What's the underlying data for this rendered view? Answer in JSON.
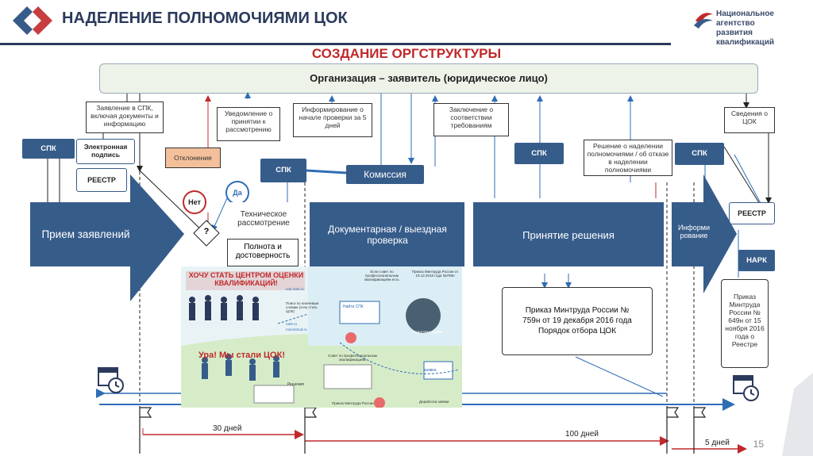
{
  "header": {
    "title": "НАДЕЛЕНИЕ ПОЛНОМОЧИЯМИ ЦОК",
    "logo_line1": "Национальное агентство",
    "logo_line2": "развития квалификаций",
    "logo_icon": "nark-logo-icon"
  },
  "subtitle": "СОЗДАНИЕ ОРГСТРУКТУРЫ",
  "org_box": "Организация – заявитель (юридическое лицо)",
  "notes": {
    "application": "Заявление в СПК, включая документы и информацию",
    "notification": "Уведомление о принятии к рассмотрению",
    "inform_start": "Информирование о начале проверки за 5 дней",
    "conclusion": "Заключение о соответствии требованиям",
    "decision": "Решение о наделении полномочиями / об отказе в наделении полномочиями",
    "info_cok": "Сведения о ЦОК",
    "rejection": "Отклонение"
  },
  "buttons": {
    "spk1": "СПК",
    "esign": "Электронная подпись",
    "registry1": "РЕЕСТР",
    "spk2": "СПК",
    "commission": "Комиссия",
    "spk3": "СПК",
    "spk4": "СПК",
    "registry2": "РЕЕСТР",
    "nark": "НАРК"
  },
  "circles": {
    "no": "Нет",
    "yes": "Да",
    "question": "?"
  },
  "stages": {
    "intake": "Прием заявлений",
    "tech_review": "Техническое рассмотрение",
    "completeness": "Полнота и достоверность",
    "doc_check": "Документарная / выездная проверка",
    "decision": "Принятие решения",
    "inform": "Информи рование"
  },
  "scroll1": {
    "line1": "Приказ Минтруда России №",
    "line2": "759н от 19 декабря 2016 года",
    "line3": "Порядок отбора ЦОК"
  },
  "scroll2": "Приказ Минтруда России № 649н от 15 ноября 2016 года о Реестре",
  "poster": {
    "banner": "ХОЧУ СТАТЬ ЦЕНТРОМ ОЦЕНКИ КВАЛИФИКАЦИЙ!",
    "hooray": "Ура! Мы стали ЦОК!",
    "spk_top": "Если совет по профессиональным квалификациям есть",
    "order": "Приказ Минтруда России от 19.12.2016 года №759н",
    "links": "nok-nark.ru",
    "search": "Поиск по ключевым словам (хочу стать ЦОК)",
    "nark_site": "nark.ru",
    "rosmintrud": "rosmintrud.ru",
    "find_spk": "Найти СПК",
    "spk_bottom": "Совет по профессиональным квалификациям",
    "application_word": "заявка",
    "decision_word": "Решения",
    "prepare": "Подготовка заявки",
    "revision": "Доработка заявки",
    "commission_tag": "Приказ Минтруда России"
  },
  "timeline": {
    "d30": "30 дней",
    "d100": "100 дней",
    "d5": "5 дней"
  },
  "page_number": "15",
  "colors": {
    "accent_red": "#c0292b",
    "stage_blue": "#365c8a",
    "line_blue": "#2f6db5"
  }
}
